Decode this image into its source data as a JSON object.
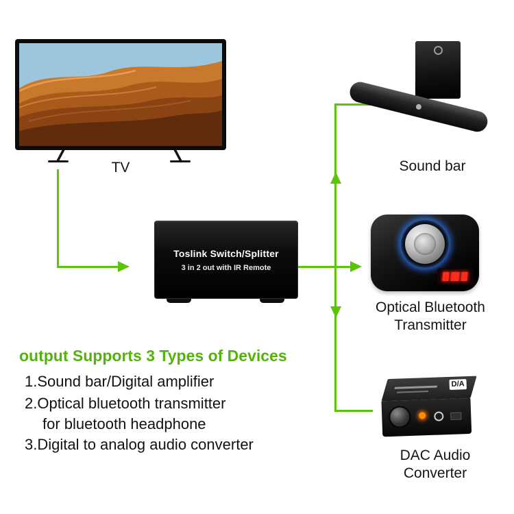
{
  "colors": {
    "arrow_green": "#5cc30a",
    "heading_green": "#54b30a",
    "device_black": "#0a0a0a",
    "display_red": "#ff2b1a",
    "knob_glow_blue": "#2f7bff",
    "optical_port_orange": "#ff8c00"
  },
  "tv": {
    "label": "TV"
  },
  "soundbar": {
    "label": "Sound bar"
  },
  "splitter": {
    "line1": "Toslink Switch/Splitter",
    "line2": "3 in 2 out with IR Remote"
  },
  "bluetooth": {
    "label_line1": "Optical Bluetooth",
    "label_line2": "Transmitter"
  },
  "dac": {
    "badge": "D/A",
    "label_line1": "DAC Audio",
    "label_line2": "Converter"
  },
  "info": {
    "heading": "output Supports 3 Types of Devices",
    "items": [
      "1.Sound bar/Digital amplifier",
      "2.Optical bluetooth transmitter",
      "for bluetooth headphone",
      "3.Digital to analog audio converter"
    ]
  }
}
